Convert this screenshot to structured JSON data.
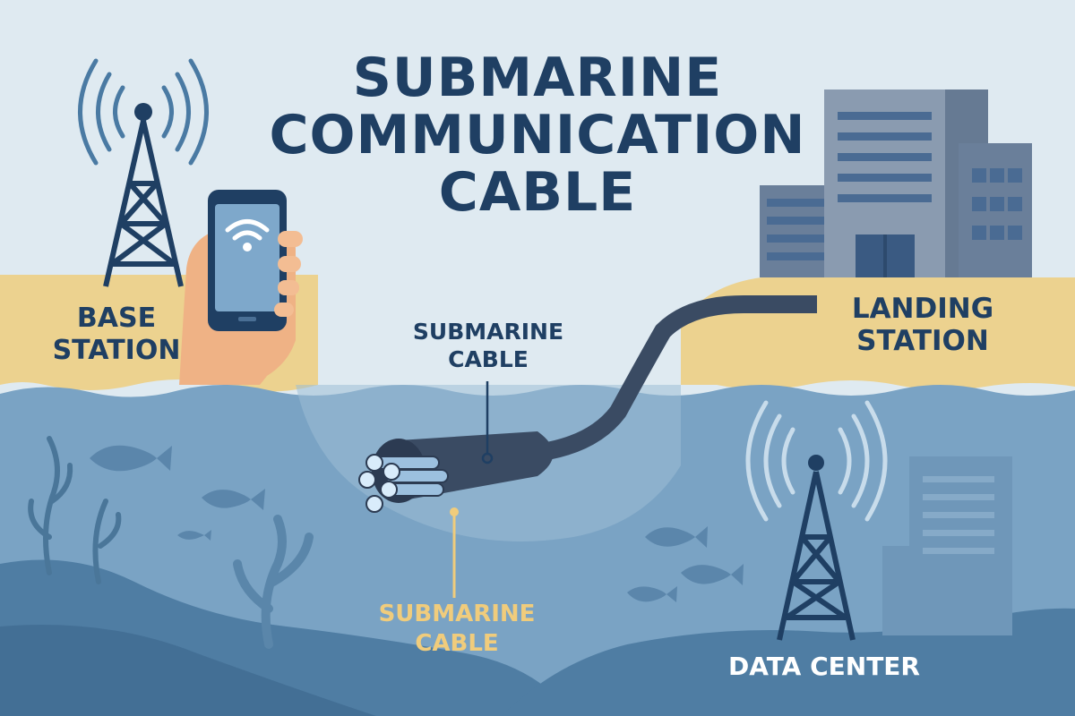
{
  "title": {
    "lines": [
      "SUBMARINE",
      "COMMUNICATION",
      "CABLE"
    ]
  },
  "labels": {
    "base_station": [
      "BASE",
      "STATION"
    ],
    "landing_station": [
      "LANDING",
      "STATION"
    ],
    "cable_callout_top": [
      "SUBMARINE",
      "CABLE"
    ],
    "cable_callout_bottom": [
      "SUBMARINE",
      "CABLE"
    ],
    "data_center": "DATA CENTER"
  },
  "icons": {
    "left_tower": "radio-tower-icon",
    "phone": "smartphone-icon",
    "wifi": "wifi-icon",
    "building": "office-building-icon",
    "right_tower": "radio-tower-icon",
    "fish": "fish-icon",
    "seaweed": "seaweed-icon"
  },
  "colors": {
    "sky": "#dfeaf1",
    "sand": "#ecd28f",
    "sea": "#7aa3c4",
    "deep_sea": "#4f7da3",
    "navy": "#1f3f63",
    "cable": "#3a4b63",
    "accent_gold": "#f0cc7c"
  }
}
